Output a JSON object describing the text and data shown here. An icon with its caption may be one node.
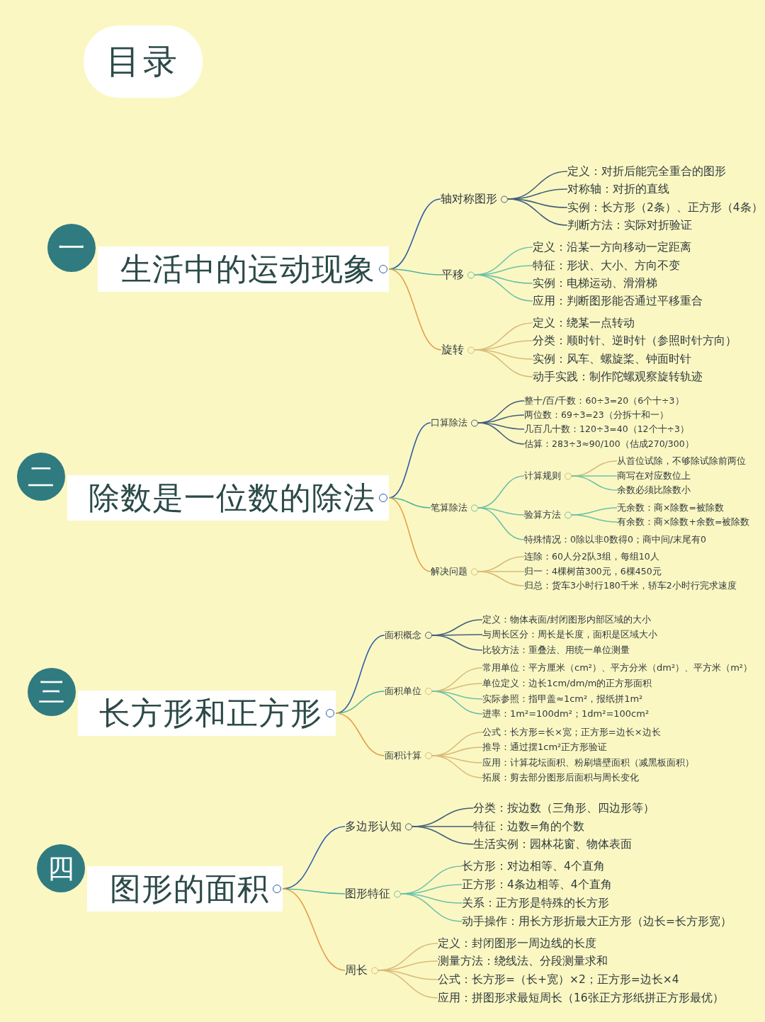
{
  "diagram": {
    "title": "目录",
    "nodes": [
      {
        "text": [
          "一"
        ]
      },
      {
        "text": [
          "生活中的运动现象"
        ]
      },
      {
        "text": [
          "轴对称图形"
        ]
      },
      {
        "text": [
          "定义：对折后能完全重合的图形"
        ]
      },
      {
        "text": [
          "对称轴：对折的直线"
        ]
      },
      {
        "text": [
          "实例：长方形（2条）、正方形（4条）"
        ]
      },
      {
        "text": [
          "判断方法：实际对折验证"
        ]
      },
      {
        "text": [
          "平移"
        ]
      },
      {
        "text": [
          "定义：沿某一方向移动一定距离"
        ]
      },
      {
        "text": [
          "特征：形状、大小、方向不变"
        ]
      },
      {
        "text": [
          "实例：电梯运动、滑滑梯"
        ]
      },
      {
        "text": [
          "应用：判断图形能否通过平移重合"
        ]
      },
      {
        "text": [
          "旋转"
        ]
      },
      {
        "text": [
          "定义：绕某一点转动"
        ]
      },
      {
        "text": [
          "分类：顺时针、逆时针（参照时针方向）"
        ]
      },
      {
        "text": [
          "实例：风车、螺旋桨、钟面时针"
        ]
      },
      {
        "text": [
          "动手实践：制作陀螺观察旋转轨迹"
        ]
      },
      {
        "text": [
          "二"
        ]
      },
      {
        "text": [
          "除数是一位数的除法"
        ]
      },
      {
        "text": [
          "口算除法"
        ]
      },
      {
        "text": [
          "整十/百/千数：60÷3=20（6个十÷3）"
        ]
      },
      {
        "text": [
          "两位数：69÷3=23（分拆十和一）"
        ]
      },
      {
        "text": [
          "几百几十数：120÷3=40（12个十÷3）"
        ]
      },
      {
        "text": [
          "估算：283÷3≈90/100（估成270/300）"
        ]
      },
      {
        "text": [
          "笔算除法"
        ]
      },
      {
        "text": [
          "计算规则"
        ]
      },
      {
        "text": [
          "从首位试除，不够除试除前两位"
        ]
      },
      {
        "text": [
          "商写在对应数位上"
        ]
      },
      {
        "text": [
          "余数必须比除数小"
        ]
      },
      {
        "text": [
          "验算方法"
        ]
      },
      {
        "text": [
          "无余数：商×除数=被除数"
        ]
      },
      {
        "text": [
          "有余数：商×除数+余数=被除数"
        ]
      },
      {
        "text": [
          "特殊情况：0除以非0数得0；商中间/末尾有0"
        ]
      },
      {
        "text": [
          "解决问题"
        ]
      },
      {
        "text": [
          "连除：60人分2队3组，每组10人"
        ]
      },
      {
        "text": [
          "归一：4棵树苗300元，6棵450元"
        ]
      },
      {
        "text": [
          "归总：货车3小时行180千米，轿车2小时行完求速度"
        ]
      },
      {
        "text": [
          "三"
        ]
      },
      {
        "text": [
          "长方形和正方形"
        ]
      },
      {
        "text": [
          "面积概念"
        ]
      },
      {
        "text": [
          "定义：物体表面/封闭图形内部区域的大小"
        ]
      },
      {
        "text": [
          "与周长区分：周长是长度，面积是区域大小"
        ]
      },
      {
        "text": [
          "比较方法：重叠法、用统一单位测量"
        ]
      },
      {
        "text": [
          "面积单位"
        ]
      },
      {
        "text": [
          "常用单位：平方厘米（cm²）、平方分米（dm²）、平方米（m²）"
        ]
      },
      {
        "text": [
          "单位定义：边长1cm/dm/m的正方形面积"
        ]
      },
      {
        "text": [
          "实际参照：指甲盖≈1cm²，报纸拼1m²"
        ]
      },
      {
        "text": [
          "进率：1m²=100dm²；1dm²=100cm²"
        ]
      },
      {
        "text": [
          "面积计算"
        ]
      },
      {
        "text": [
          "公式：长方形=长×宽；正方形=边长×边长"
        ]
      },
      {
        "text": [
          "推导：通过摆1cm²正方形验证"
        ]
      },
      {
        "text": [
          "应用：计算花坛面积、粉刷墙壁面积（减黑板面积）"
        ]
      },
      {
        "text": [
          "拓展：剪去部分图形后面积与周长变化"
        ]
      },
      {
        "text": [
          "四"
        ]
      },
      {
        "text": [
          "图形的面积"
        ]
      },
      {
        "text": [
          "多边形认知"
        ]
      },
      {
        "text": [
          "分类：按边数（三角形、四边形等）"
        ]
      },
      {
        "text": [
          "特征：边数=角的个数"
        ]
      },
      {
        "text": [
          "生活实例：园林花窗、物体表面"
        ]
      },
      {
        "text": [
          "图形特征"
        ]
      },
      {
        "text": [
          "长方形：对边相等、4个直角"
        ]
      },
      {
        "text": [
          "正方形：4条边相等、4个直角"
        ]
      },
      {
        "text": [
          "关系：正方形是特殊的长方形"
        ]
      },
      {
        "text": [
          "动手操作：用长方形折最大正方形（边长=长方形宽）"
        ]
      },
      {
        "text": [
          "周长"
        ]
      },
      {
        "text": [
          "定义：封闭图形一周边线的长度"
        ]
      },
      {
        "text": [
          "测量方法：绕线法、分段测量求和"
        ]
      },
      {
        "text": [
          "公式：长方形=（长+宽）×2；正方形=边长×4"
        ]
      },
      {
        "text": [
          "应用：拼图形求最短周长（16张正方形纸拼正方形最优）"
        ]
      }
    ],
    "edges": [
      {
        "from": 1,
        "to": 2,
        "arrow": "none",
        "color": "#2b5fa6"
      },
      {
        "from": 2,
        "to": 3,
        "arrow": "none",
        "color": "#41607a"
      },
      {
        "from": 2,
        "to": 4,
        "arrow": "none",
        "color": "#41607a"
      },
      {
        "from": 2,
        "to": 5,
        "arrow": "none",
        "color": "#41607a"
      },
      {
        "from": 2,
        "to": 6,
        "arrow": "none",
        "color": "#41607a"
      },
      {
        "from": 1,
        "to": 7,
        "arrow": "none",
        "color": "#4fb59c"
      },
      {
        "from": 7,
        "to": 8,
        "arrow": "none",
        "color": "#6cc2a9"
      },
      {
        "from": 7,
        "to": 9,
        "arrow": "none",
        "color": "#6cc2a9"
      },
      {
        "from": 7,
        "to": 10,
        "arrow": "none",
        "color": "#6cc2a9"
      },
      {
        "from": 7,
        "to": 11,
        "arrow": "none",
        "color": "#6cc2a9"
      },
      {
        "from": 1,
        "to": 12,
        "arrow": "none",
        "color": "#e3a04a"
      },
      {
        "from": 12,
        "to": 13,
        "arrow": "none",
        "color": "#d9bb78"
      },
      {
        "from": 12,
        "to": 14,
        "arrow": "none",
        "color": "#d9bb78"
      },
      {
        "from": 12,
        "to": 15,
        "arrow": "none",
        "color": "#d9bb78"
      },
      {
        "from": 12,
        "to": 16,
        "arrow": "none",
        "color": "#d9bb78"
      },
      {
        "from": 18,
        "to": 19,
        "arrow": "none",
        "color": "#2b5fa6"
      },
      {
        "from": 19,
        "to": 20,
        "arrow": "none",
        "color": "#41607a"
      },
      {
        "from": 19,
        "to": 21,
        "arrow": "none",
        "color": "#41607a"
      },
      {
        "from": 19,
        "to": 22,
        "arrow": "none",
        "color": "#41607a"
      },
      {
        "from": 19,
        "to": 23,
        "arrow": "none",
        "color": "#41607a"
      },
      {
        "from": 18,
        "to": 24,
        "arrow": "none",
        "color": "#4fb59c"
      },
      {
        "from": 24,
        "to": 25,
        "arrow": "none",
        "color": "#6cc2a9"
      },
      {
        "from": 25,
        "to": 26,
        "arrow": "none",
        "color": "#d9bb78"
      },
      {
        "from": 25,
        "to": 27,
        "arrow": "none",
        "color": "#6cc2a9"
      },
      {
        "from": 25,
        "to": 28,
        "arrow": "none",
        "color": "#6cc2a9"
      },
      {
        "from": 24,
        "to": 29,
        "arrow": "none",
        "color": "#6cc2a9"
      },
      {
        "from": 29,
        "to": 30,
        "arrow": "none",
        "color": "#6cc2a9"
      },
      {
        "from": 29,
        "to": 31,
        "arrow": "none",
        "color": "#6cc2a9"
      },
      {
        "from": 24,
        "to": 32,
        "arrow": "none",
        "color": "#6cc2a9"
      },
      {
        "from": 18,
        "to": 33,
        "arrow": "none",
        "color": "#e3a04a"
      },
      {
        "from": 33,
        "to": 34,
        "arrow": "none",
        "color": "#d9bb78"
      },
      {
        "from": 33,
        "to": 35,
        "arrow": "none",
        "color": "#d9bb78"
      },
      {
        "from": 33,
        "to": 36,
        "arrow": "none",
        "color": "#d9bb78"
      },
      {
        "from": 38,
        "to": 39,
        "arrow": "none",
        "color": "#2b5fa6"
      },
      {
        "from": 39,
        "to": 40,
        "arrow": "none",
        "color": "#41607a"
      },
      {
        "from": 39,
        "to": 41,
        "arrow": "none",
        "color": "#41607a"
      },
      {
        "from": 39,
        "to": 42,
        "arrow": "none",
        "color": "#41607a"
      },
      {
        "from": 38,
        "to": 43,
        "arrow": "none",
        "color": "#4fb59c"
      },
      {
        "from": 43,
        "to": 44,
        "arrow": "none",
        "color": "#d9bb78"
      },
      {
        "from": 43,
        "to": 45,
        "arrow": "none",
        "color": "#d9bb78"
      },
      {
        "from": 43,
        "to": 46,
        "arrow": "none",
        "color": "#6cc2a9"
      },
      {
        "from": 43,
        "to": 47,
        "arrow": "none",
        "color": "#6cc2a9"
      },
      {
        "from": 38,
        "to": 48,
        "arrow": "none",
        "color": "#e3a04a"
      },
      {
        "from": 48,
        "to": 49,
        "arrow": "none",
        "color": "#d9bb78"
      },
      {
        "from": 48,
        "to": 50,
        "arrow": "none",
        "color": "#d9bb78"
      },
      {
        "from": 48,
        "to": 51,
        "arrow": "none",
        "color": "#d9bb78"
      },
      {
        "from": 48,
        "to": 52,
        "arrow": "none",
        "color": "#d9bb78"
      },
      {
        "from": 54,
        "to": 55,
        "arrow": "none",
        "color": "#2b5fa6"
      },
      {
        "from": 55,
        "to": 56,
        "arrow": "none",
        "color": "#41607a"
      },
      {
        "from": 55,
        "to": 57,
        "arrow": "none",
        "color": "#41607a"
      },
      {
        "from": 55,
        "to": 58,
        "arrow": "none",
        "color": "#41607a"
      },
      {
        "from": 54,
        "to": 59,
        "arrow": "none",
        "color": "#4fb59c"
      },
      {
        "from": 59,
        "to": 60,
        "arrow": "none",
        "color": "#6cc2a9"
      },
      {
        "from": 59,
        "to": 61,
        "arrow": "none",
        "color": "#6cc2a9"
      },
      {
        "from": 59,
        "to": 62,
        "arrow": "none",
        "color": "#6cc2a9"
      },
      {
        "from": 59,
        "to": 63,
        "arrow": "none",
        "color": "#6cc2a9"
      },
      {
        "from": 54,
        "to": 64,
        "arrow": "none",
        "color": "#e3a04a"
      },
      {
        "from": 64,
        "to": 65,
        "arrow": "none",
        "color": "#d9bb78"
      },
      {
        "from": 64,
        "to": 66,
        "arrow": "none",
        "color": "#d9bb78"
      },
      {
        "from": 64,
        "to": 67,
        "arrow": "none",
        "color": "#d9bb78"
      },
      {
        "from": 64,
        "to": 68,
        "arrow": "none",
        "color": "#d9bb78"
      }
    ]
  }
}
